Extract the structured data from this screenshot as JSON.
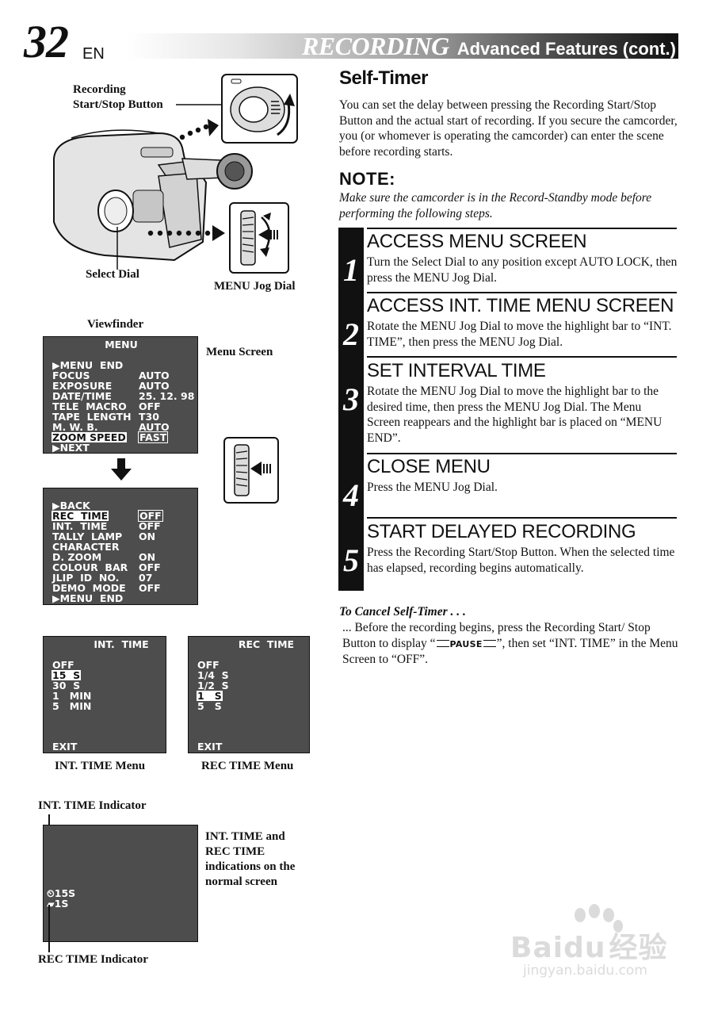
{
  "header": {
    "page_number": "32",
    "lang": "EN",
    "section": "RECORDING",
    "subtitle": "Advanced Features (cont.)"
  },
  "diagram": {
    "label_recording_button_1": "Recording",
    "label_recording_button_2": "Start/Stop Button",
    "label_select_dial": "Select Dial",
    "label_menu_jog": "MENU Jog Dial",
    "label_viewfinder": "Viewfinder",
    "label_menu_screen": "Menu Screen"
  },
  "menu_screen": {
    "title": "MENU",
    "rows": [
      {
        "k": "▶MENU  END",
        "v": ""
      },
      {
        "k": "FOCUS",
        "v": "AUTO"
      },
      {
        "k": "EXPOSURE",
        "v": "AUTO"
      },
      {
        "k": "DATE/TIME",
        "v": "25. 12. 98"
      },
      {
        "k": "TELE  MACRO",
        "v": "OFF"
      },
      {
        "k": "TAPE  LENGTH",
        "v": "T30"
      },
      {
        "k": "M. W. B.",
        "v": "AUTO"
      },
      {
        "k": "ZOOM SPEED",
        "v": "FAST"
      },
      {
        "k": "▶NEXT",
        "v": ""
      }
    ]
  },
  "menu_screen_2": {
    "rows": [
      {
        "k": "▶BACK",
        "v": ""
      },
      {
        "k": "REC  TIME",
        "v": "OFF"
      },
      {
        "k": "INT.  TIME",
        "v": "OFF"
      },
      {
        "k": "TALLY  LAMP",
        "v": "ON"
      },
      {
        "k": "CHARACTER",
        "v": ""
      },
      {
        "k": "D. ZOOM",
        "v": "ON"
      },
      {
        "k": "COLOUR  BAR",
        "v": "OFF"
      },
      {
        "k": "JLIP  ID  NO.",
        "v": "07"
      },
      {
        "k": "DEMO  MODE",
        "v": "OFF"
      },
      {
        "k": "▶MENU  END",
        "v": ""
      }
    ]
  },
  "int_time_menu": {
    "title": "INT.  TIME",
    "options": [
      "OFF",
      "15  S",
      "30  S",
      "1   MIN",
      "5   MIN"
    ],
    "exit": "EXIT",
    "caption": "INT. TIME Menu"
  },
  "rec_time_menu": {
    "title": "REC  TIME",
    "options": [
      "OFF",
      "1/4  S",
      "1/2  S",
      "1   S",
      "5   S"
    ],
    "exit": "EXIT",
    "caption": "REC TIME Menu"
  },
  "normal_screen": {
    "int_indicator_label": "INT. TIME Indicator",
    "rec_indicator_label": "REC TIME Indicator",
    "int_value": "15S",
    "rec_value": "1S",
    "caption_1": "INT. TIME and",
    "caption_2": "REC TIME",
    "caption_3": "indications on the",
    "caption_4": "normal screen"
  },
  "self_timer": {
    "heading": "Self-Timer",
    "intro": "You can set the delay between pressing the Recording Start/Stop Button and the actual start of recording. If you secure the camcorder, you (or whomever is operating the camcorder) can enter the scene before recording starts.",
    "note_heading": "NOTE:",
    "note_text": "Make sure the camcorder is in the Record-Standby mode before performing the following steps."
  },
  "steps": [
    {
      "num": "1",
      "title": "ACCESS MENU SCREEN",
      "body": "Turn the Select Dial to any position except AUTO LOCK, then press the MENU Jog Dial."
    },
    {
      "num": "2",
      "title": "ACCESS INT. TIME MENU SCREEN",
      "body": "Rotate the MENU Jog Dial to move the highlight bar to “INT. TIME”, then press the MENU Jog Dial."
    },
    {
      "num": "3",
      "title": "SET INTERVAL TIME",
      "body": "Rotate the MENU Jog Dial to move the highlight bar to the desired time, then press the MENU Jog Dial. The Menu Screen reappears and the highlight bar is placed on “MENU END”."
    },
    {
      "num": "4",
      "title": "CLOSE MENU",
      "body": "Press the MENU Jog Dial."
    },
    {
      "num": "5",
      "title": "START DELAYED RECORDING",
      "body": "Press the Recording Start/Stop Button. When the selected time has elapsed, recording begins automatically."
    }
  ],
  "cancel": {
    "heading": "To Cancel Self-Timer . . .",
    "text_1": "... Before the recording begins, press the Recording Start/ Stop Button to display “",
    "pause": "PAUSE",
    "text_2": "”, then set “INT. TIME” in the Menu Screen to “OFF”."
  },
  "watermark": {
    "brand": "Baidu",
    "brand_cn": "经验",
    "url": "jingyan.baidu.com"
  }
}
